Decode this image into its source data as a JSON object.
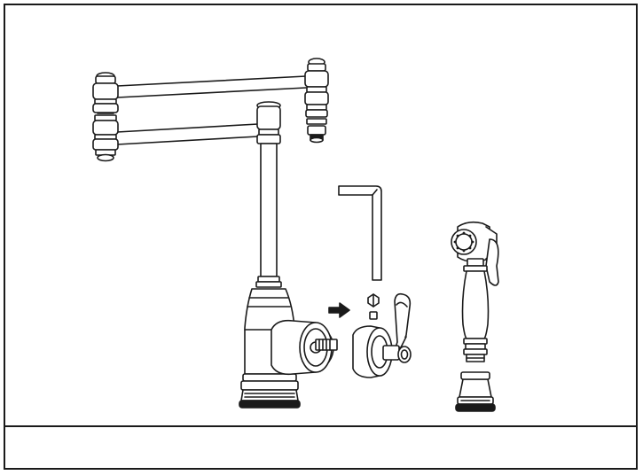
{
  "figure": {
    "parts": {
      "faucet": "pot-filler-faucet",
      "wrench": "hex-key-wrench",
      "screw": "set-screw",
      "handle": "lever-handle-assembly",
      "sprayer": "side-sprayer"
    },
    "arrow_icon": "right-arrow-icon",
    "colors": {
      "stroke": "#1a1a1a",
      "background": "#ffffff",
      "fill_dark": "#1a1a1a"
    }
  }
}
